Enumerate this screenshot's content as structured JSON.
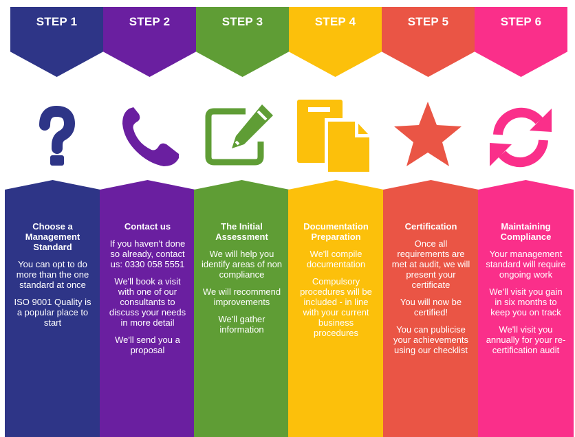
{
  "colors": {
    "step1": "#2e3587",
    "step2": "#6a1fa0",
    "step3": "#5f9d35",
    "step4": "#fcc00b",
    "step5": "#ea5545",
    "step6": "#fa2f8a"
  },
  "steps": [
    {
      "label": "STEP 1",
      "icon": "question-mark-icon",
      "title": "Choose a Management Standard",
      "paragraphs": [
        "You can opt to do more than the one standard at once",
        "ISO 9001 Quality is a popular place to start"
      ]
    },
    {
      "label": "STEP 2",
      "icon": "phone-icon",
      "title": "Contact us",
      "paragraphs": [
        "If you haven't done so already, contact us: 0330 058 5551",
        "We'll book a visit with one of our consultants to discuss your needs in more detail",
        "We'll send you a proposal"
      ]
    },
    {
      "label": "STEP 3",
      "icon": "edit-icon",
      "title": "The Initial Assessment",
      "paragraphs": [
        "We will help you identify areas of non compliance",
        "We will recommend improvements",
        "We'll gather information"
      ]
    },
    {
      "label": "STEP 4",
      "icon": "documents-icon",
      "title": "Documentation Preparation",
      "paragraphs": [
        "We'll compile documentation",
        "Compulsory procedures will be included - in line with your current business procedures"
      ]
    },
    {
      "label": "STEP 5",
      "icon": "star-icon",
      "title": "Certification",
      "paragraphs": [
        "Once all requirements are met at audit, we will present your certificate",
        "You will now be certified!",
        "You can publicise your achievements using our checklist"
      ]
    },
    {
      "label": "STEP 6",
      "icon": "refresh-icon",
      "title": "Maintaining Compliance",
      "paragraphs": [
        "Your management standard will require ongoing work",
        "We'll visit you gain in six months to keep you on track",
        "We'll visit you annually for your re-certification audit"
      ]
    }
  ]
}
